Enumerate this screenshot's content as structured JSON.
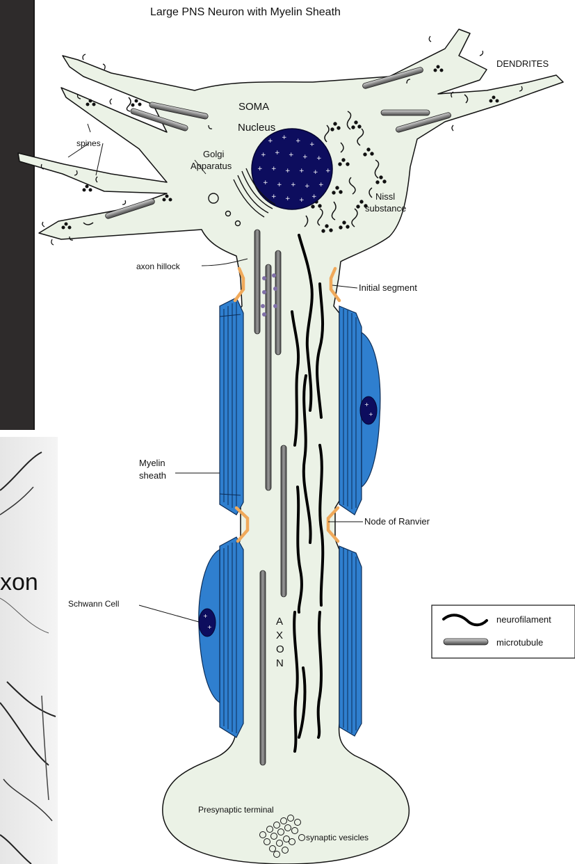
{
  "title": "Large PNS Neuron with  Myelin Sheath",
  "labels": {
    "soma": "SOMA",
    "nucleus": "Nucleus",
    "golgi_line1": "Golgi",
    "golgi_line2": "Apparatus",
    "dendrites": "DENDRITES",
    "spines": "spines",
    "nissl_line1": "Nissl",
    "nissl_line2": "substance",
    "axon_hillock": "axon hillock",
    "initial_segment": "Initial segment",
    "myelin_line1": "Myelin",
    "myelin_line2": "sheath",
    "node_of_ranvier": "Node of Ranvier",
    "schwann_cell": "Schwann Cell",
    "axon_letters": [
      "A",
      "X",
      "O",
      "N"
    ],
    "presynaptic_terminal": "Presynaptic terminal",
    "synaptic_vesicles": "synaptic vesicles"
  },
  "legend": {
    "neurofilament": "neurofilament",
    "microtubule": "microtubule"
  },
  "background_photo": {
    "partial_word": "xon"
  },
  "colors": {
    "cytoplasm": "#ebf2e6",
    "nucleus": "#0d0d5e",
    "myelin": "#2f7fcf",
    "node": "#f0a95a",
    "neurofilament": "#000000",
    "microtubule": "#8a8a8a",
    "dark_panel": "#2e2b2b"
  }
}
